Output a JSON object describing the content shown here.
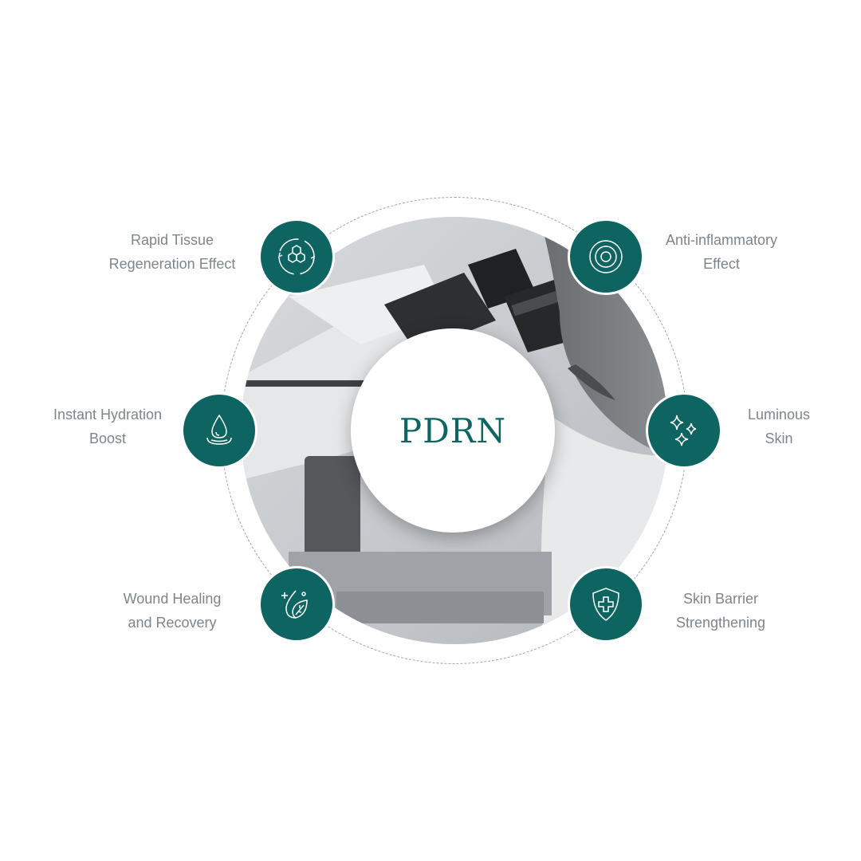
{
  "center": {
    "title": "PDRN"
  },
  "benefits": [
    {
      "line1": "Rapid Tissue",
      "line2": "Regeneration Effect",
      "icon": "honeycomb-cycle-icon"
    },
    {
      "line1": "Anti-inflammatory",
      "line2": "Effect",
      "icon": "target-rings-icon"
    },
    {
      "line1": "Instant Hydration",
      "line2": "Boost",
      "icon": "water-drop-icon"
    },
    {
      "line1": "Luminous",
      "line2": "Skin",
      "icon": "sparkles-icon"
    },
    {
      "line1": "Wound Healing",
      "line2": "and Recovery",
      "icon": "drop-leaf-icon"
    },
    {
      "line1": "Skin Barrier",
      "line2": "Strengthening",
      "icon": "shield-cross-icon"
    }
  ],
  "colors": {
    "teal": "#0d6461",
    "label": "#7d858b",
    "title": "#0e6663"
  },
  "photo": {
    "description_icon": "scientist-microscope-photo"
  }
}
